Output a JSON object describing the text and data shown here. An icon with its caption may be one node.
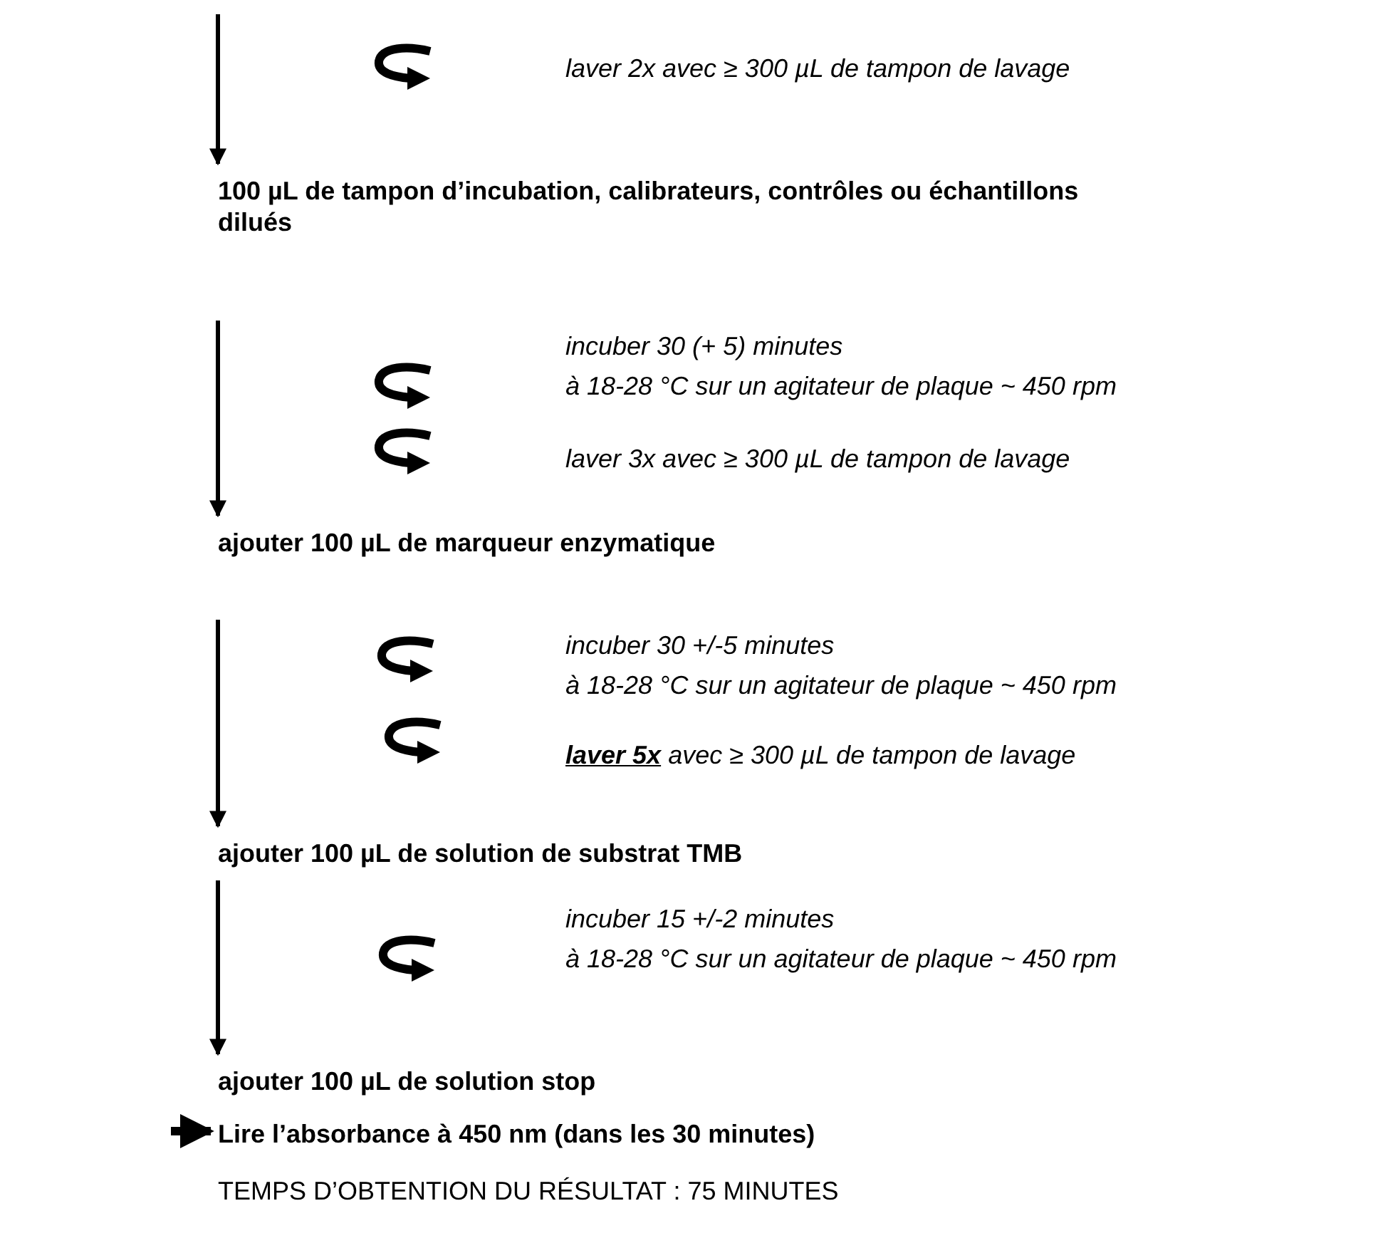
{
  "diagram": {
    "nodes": [
      {
        "text": [
          "100 µL de tampon d’incubation, calibrateurs, contrôles ou échantillons dilués"
        ]
      },
      {
        "text": [
          "ajouter 100 µL de marqueur enzymatique"
        ]
      },
      {
        "text": [
          "ajouter 100 µL de solution de substrat TMB"
        ]
      },
      {
        "text": [
          "ajouter 100 µL de solution stop"
        ]
      },
      {
        "text": [
          "Lire l’absorbance à 450 nm (dans les 30 minutes)"
        ]
      }
    ],
    "edges": [
      {
        "from": null,
        "to": 0,
        "arrow": "to"
      },
      {
        "from": 0,
        "to": 1,
        "arrow": "to"
      },
      {
        "from": 1,
        "to": 2,
        "arrow": "to"
      },
      {
        "from": 2,
        "to": 3,
        "arrow": "to"
      },
      {
        "from": null,
        "to": 4,
        "arrow": "to",
        "style": "thick"
      }
    ],
    "labels": [
      "laver 2x avec ≥ 300 µL de tampon de lavage",
      "incuber 30 (+ 5) minutes",
      "à 18-28 °C sur un agitateur de plaque ~ 450 rpm",
      "laver 3x avec ≥ 300 µL de tampon de lavage",
      "incuber 30 +/-5 minutes",
      "à 18-28 °C sur un agitateur de plaque ~ 450 rpm",
      "**laver 5x** avec ≥ 300 µL de tampon de lavage",
      "incuber 15 +/-2 minutes",
      "à 18-28 °C sur un agitateur de plaque ~ 450 rpm",
      "TEMPS D’OBTENTION DU RÉSULTAT : 75 MINUTES"
    ]
  }
}
